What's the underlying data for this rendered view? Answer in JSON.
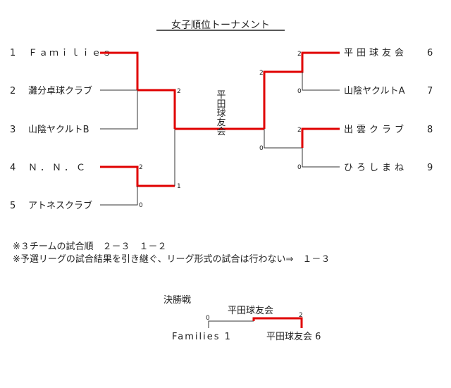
{
  "title": "女子順位トーナメント",
  "left_teams": [
    {
      "no": "1",
      "name": "Ｆａｍｉｌｉｅｓ"
    },
    {
      "no": "2",
      "name": "灘分卓球クラブ"
    },
    {
      "no": "3",
      "name": "山陰ヤクルトB"
    },
    {
      "no": "4",
      "name": "Ｎ．Ｎ．Ｃ"
    },
    {
      "no": "5",
      "name": "アトネスクラブ"
    }
  ],
  "right_teams": [
    {
      "no": "6",
      "name": "平田球友会"
    },
    {
      "no": "7",
      "name": "山陰ヤクルトA"
    },
    {
      "no": "8",
      "name": "出雲クラブ"
    },
    {
      "no": "9",
      "name": "ひろしまね"
    }
  ],
  "scores": {
    "l_4": "2",
    "l_5": "0",
    "l_123": "2",
    "l_45": "1",
    "r_6": "2",
    "r_7": "0",
    "r_8": "2",
    "r_9": "0",
    "r_67": "2",
    "r_89": "0"
  },
  "winner_vertical": "平田球友会",
  "notes": [
    "※３チームの試合順　２－３　１－２",
    "※予選リーグの試合結果を引き継ぐ、リーグ形式の試合は行わない⇒　１－３"
  ],
  "final": {
    "label": "決勝戦",
    "winner": "平田球友会",
    "left_score": "0",
    "right_score": "2",
    "left_team": "Families 1",
    "right_team": "平田球友会 6"
  },
  "colors": {
    "win_line": "#e00000",
    "line": "#333333"
  }
}
